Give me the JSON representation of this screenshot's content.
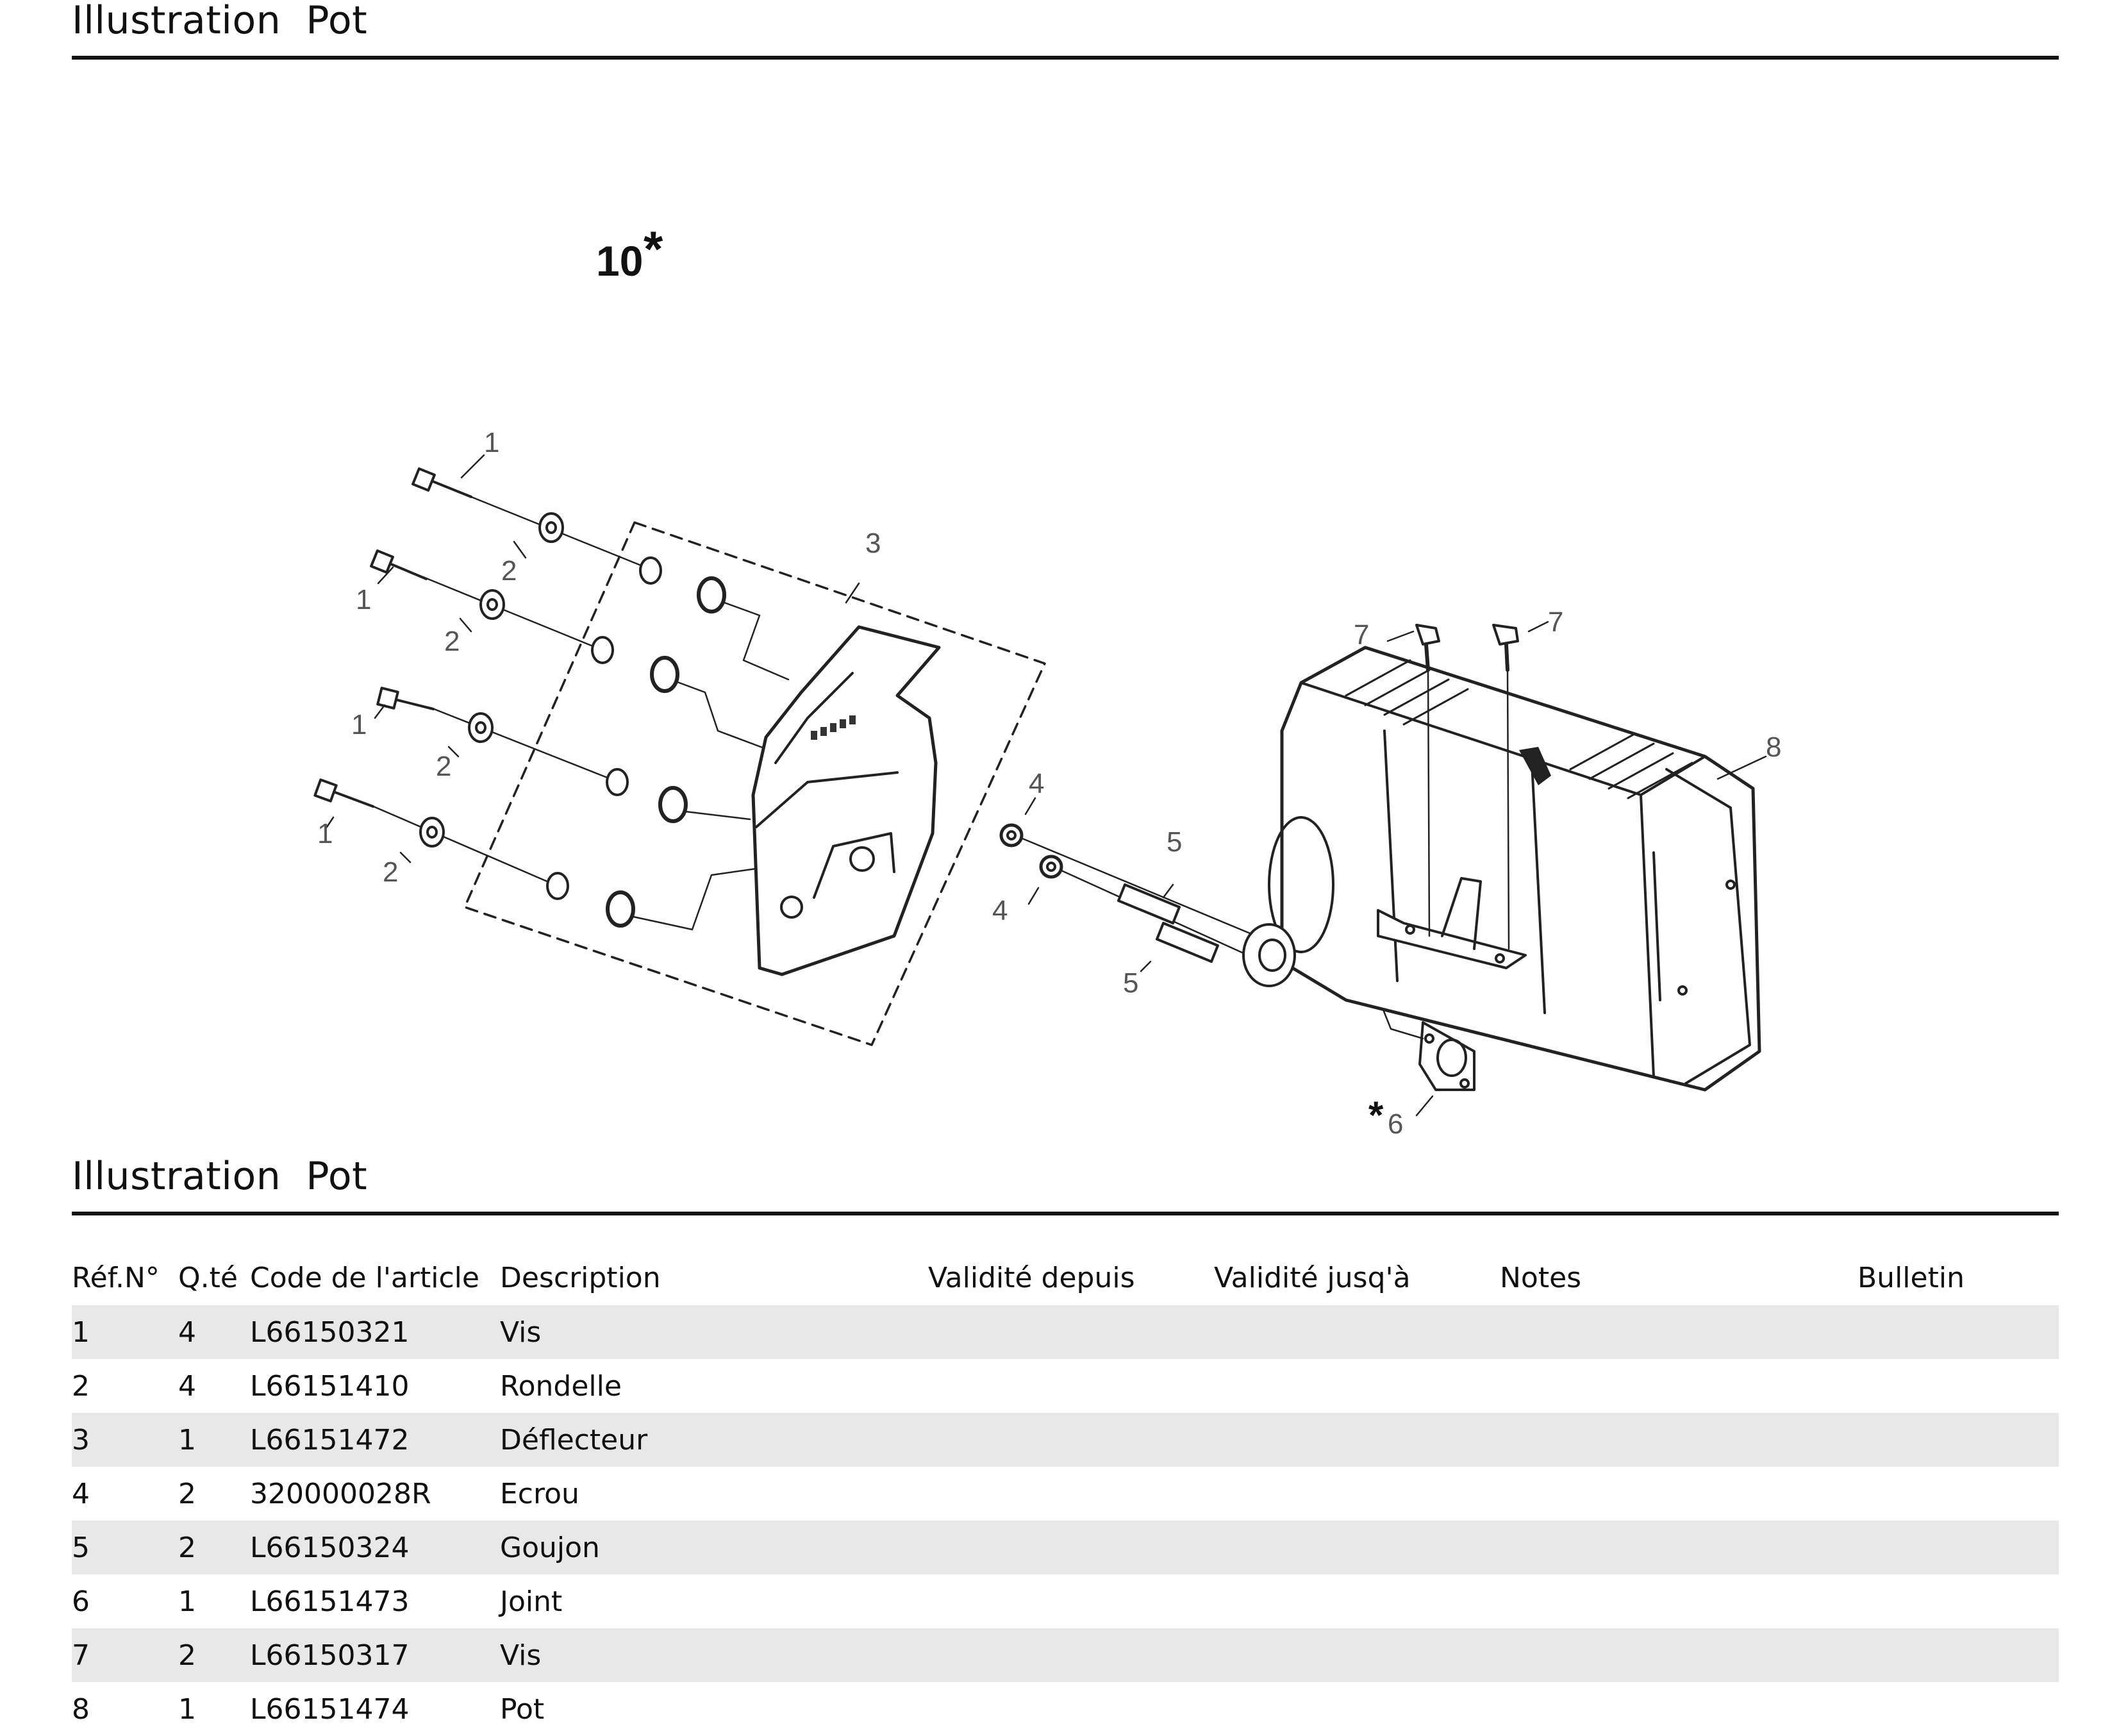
{
  "top_section": {
    "title": "Illustration  Pot"
  },
  "diagram": {
    "assembly_label": "10",
    "assembly_marker": "*",
    "callouts": [
      "1",
      "2",
      "3",
      "4",
      "5",
      "6",
      "7",
      "8"
    ],
    "gasket_marker": "*"
  },
  "table_section": {
    "title": "Illustration  Pot"
  },
  "table": {
    "headers": [
      "Réf.N°",
      "Q.té",
      "Code de l'article",
      "Description",
      "Validité depuis",
      "Validité jusq'à",
      "Notes",
      "Bulletin"
    ],
    "rows": [
      [
        "1",
        "4",
        "L66150321",
        "Vis",
        "",
        "",
        "",
        ""
      ],
      [
        "2",
        "4",
        "L66151410",
        "Rondelle",
        "",
        "",
        "",
        ""
      ],
      [
        "3",
        "1",
        "L66151472",
        "Déflecteur",
        "",
        "",
        "",
        ""
      ],
      [
        "4",
        "2",
        "320000028R",
        "Ecrou",
        "",
        "",
        "",
        ""
      ],
      [
        "5",
        "2",
        "L66150324",
        "Goujon",
        "",
        "",
        "",
        ""
      ],
      [
        "6",
        "1",
        "L66151473",
        "Joint",
        "",
        "",
        "",
        ""
      ],
      [
        "7",
        "2",
        "L66150317",
        "Vis",
        "",
        "",
        "",
        ""
      ],
      [
        "8",
        "1",
        "L66151474",
        "Pot",
        "",
        "",
        "",
        ""
      ]
    ]
  }
}
